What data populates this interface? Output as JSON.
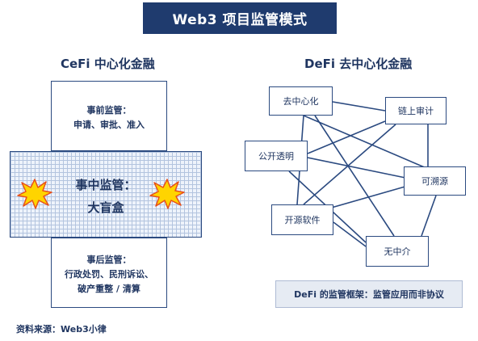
{
  "title": "Web3 项目监管模式",
  "cefi": {
    "title": "CeFi 中心化金融",
    "pre_line1": "事前监管：",
    "pre_line2": "申请、审批、准入",
    "mid_line1": "事中监管：",
    "mid_line2": "大盲盒",
    "post_line1": "事后监管：",
    "post_line2": "行政处罚、民刑诉讼、",
    "post_line3": "破产重整 / 清算"
  },
  "defi": {
    "title": "DeFi 去中心化金融",
    "nodes": {
      "decentralized": "去中心化",
      "onchain_audit": "链上审计",
      "transparent": "公开透明",
      "traceable": "可溯源",
      "open_source": "开源软件",
      "no_intermediary": "无中介"
    },
    "note": "DeFi 的监管框架：监管应用而非协议"
  },
  "source": "资料来源：Web3小律",
  "colors": {
    "navy": "#1f3b6e",
    "grid": "#b3c4df",
    "burst_fill": "#ffd400",
    "burst_stroke": "#e8501a"
  }
}
